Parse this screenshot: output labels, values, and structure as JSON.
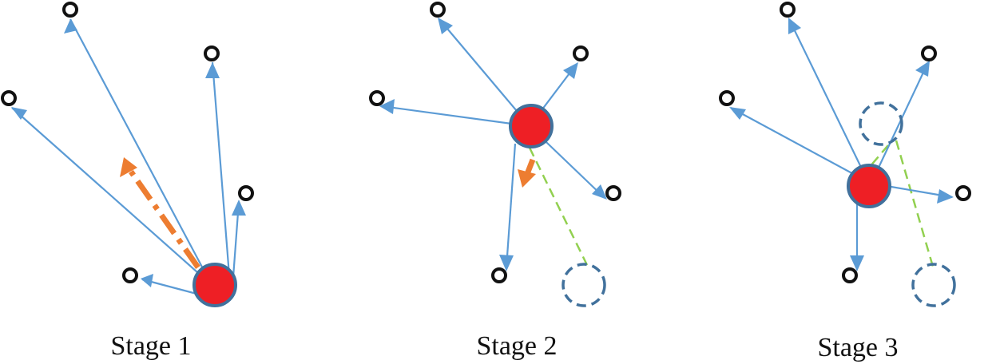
{
  "stages": [
    {
      "label": "Stage 1"
    },
    {
      "label": "Stage 2"
    },
    {
      "label": "Stage 3"
    }
  ],
  "colors": {
    "agent_fill": "#ee1f25",
    "agent_stroke": "#41719c",
    "link": "#5b9bd5",
    "target_stroke": "#111111",
    "motion_arrow": "#ed7d31",
    "trail_line": "#92d050",
    "ghost_stroke": "#41719c"
  },
  "icons": {
    "agent": "filled-red-circle",
    "target": "hollow-black-circle",
    "ghost": "dashed-circle"
  }
}
